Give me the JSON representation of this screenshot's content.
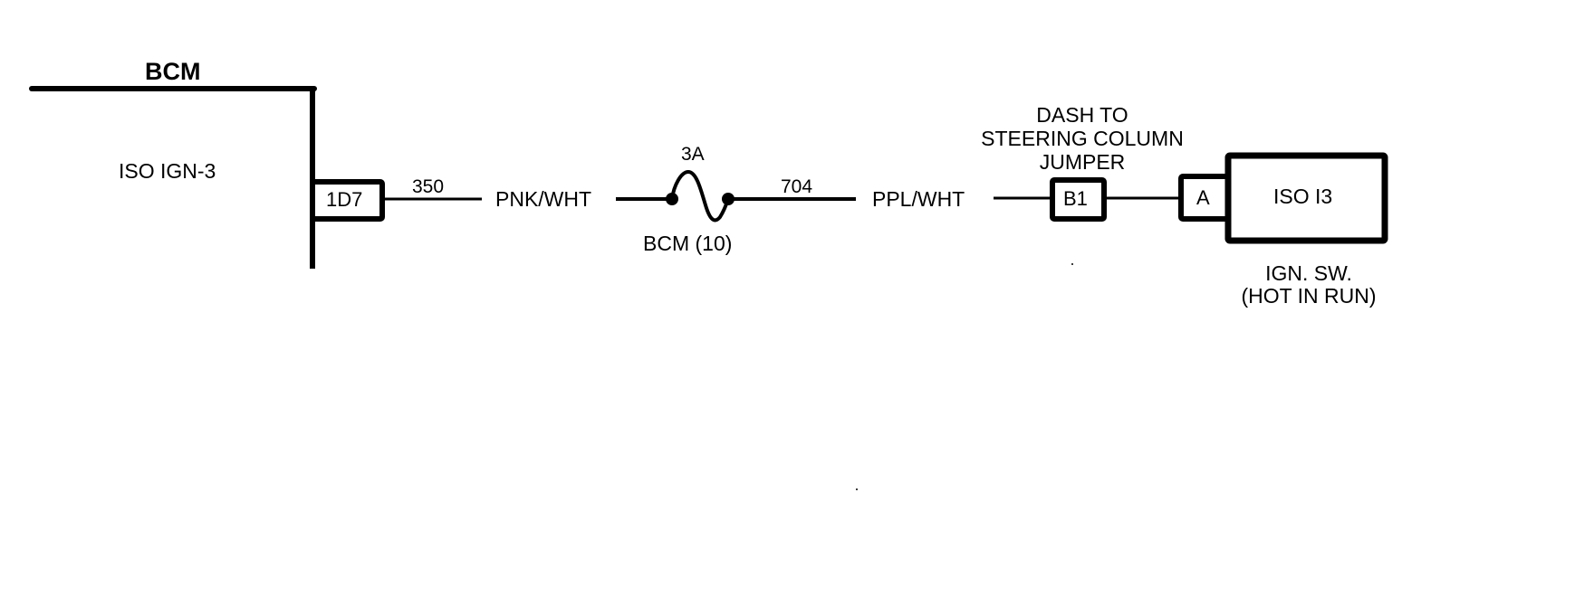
{
  "diagram": {
    "type": "wiring-schematic",
    "colors": {
      "line": "#000000",
      "background": "#ffffff"
    },
    "bcm": {
      "title": "BCM",
      "circuit_label": "ISO IGN-3",
      "connector_pin": "1D7"
    },
    "wire_1": {
      "circuit_number": "350",
      "color_code": "PNK/WHT"
    },
    "fuse": {
      "rating": "3A",
      "name": "BCM (10)"
    },
    "wire_2": {
      "circuit_number": "704",
      "color_code": "PPL/WHT"
    },
    "jumper": {
      "label_lines": [
        "DASH TO",
        "STEERING COLUMN",
        "JUMPER"
      ],
      "pin": "B1"
    },
    "ignition_switch": {
      "pin": "A",
      "circuit_label": "ISO I3",
      "name_lines": [
        "IGN. SW.",
        "(HOT IN RUN)"
      ]
    }
  }
}
